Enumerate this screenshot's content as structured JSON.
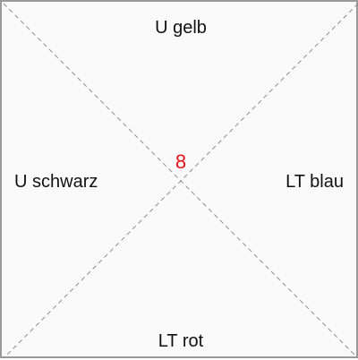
{
  "labels": {
    "top": "U gelb",
    "left": "U schwarz",
    "right": "LT blau",
    "bottom": "LT rot"
  },
  "center_number": "8",
  "colors": {
    "center_number": "#e8141a",
    "border": "#9a9a9a",
    "diagonals": "#8c8c8c",
    "background": "#fafafa"
  }
}
